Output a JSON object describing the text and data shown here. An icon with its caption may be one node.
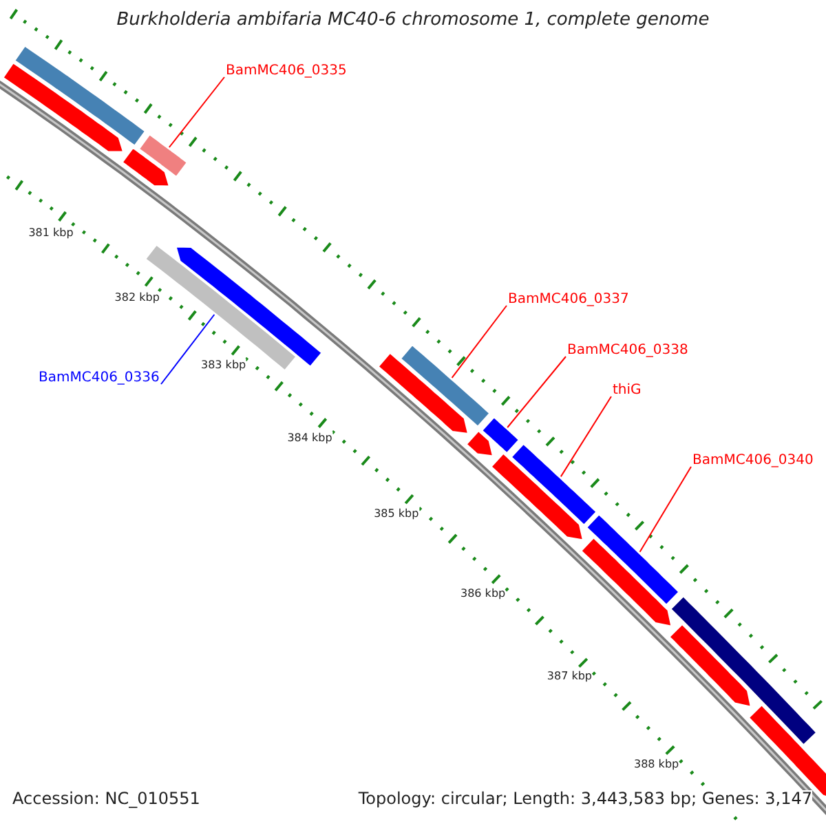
{
  "diagram": {
    "title": "Burkholderia ambifaria MC40-6 chromosome 1, complete genome",
    "nodes": [
      {
        "text": [
          "BamMC406_0335"
        ]
      },
      {
        "text": [],
        "shape": "bar"
      },
      {
        "text": [
          "BamMC406_0336"
        ]
      },
      {
        "text": [],
        "shape": "bar"
      },
      {
        "text": [
          "BamMC406_0337"
        ]
      },
      {
        "text": [],
        "shape": "bar"
      },
      {
        "text": [
          "BamMC406_0338"
        ]
      },
      {
        "text": [],
        "shape": "bar"
      },
      {
        "text": [
          "thiG"
        ]
      },
      {
        "text": [],
        "shape": "bar"
      },
      {
        "text": [
          "BamMC406_0340"
        ]
      },
      {
        "text": [],
        "shape": "bar"
      },
      {
        "text": [],
        "shape": "bar"
      },
      {
        "text": [],
        "shape": "bar"
      },
      {
        "text": [],
        "shape": "bar"
      },
      {
        "text": [],
        "shape": "bar"
      },
      {
        "text": [],
        "shape": "bar"
      },
      {
        "text": [],
        "shape": "bar"
      },
      {
        "text": [],
        "shape": "bar"
      },
      {
        "text": [],
        "shape": "bar"
      },
      {
        "text": [],
        "shape": "bar"
      },
      {
        "text": [],
        "shape": "bar"
      },
      {
        "text": [],
        "shape": "bar"
      }
    ],
    "edges": [
      {
        "from": 0,
        "to": 1,
        "arrow": "none"
      },
      {
        "from": 2,
        "to": 3,
        "arrow": "none",
        "color": "#0000ff"
      },
      {
        "from": 4,
        "to": 5,
        "arrow": "none"
      },
      {
        "from": 6,
        "to": 7,
        "arrow": "none"
      },
      {
        "from": 8,
        "to": 9,
        "arrow": "none"
      },
      {
        "from": 10,
        "to": 11,
        "arrow": "none"
      }
    ],
    "labels": [
      "381 kbp",
      "382 kbp",
      "383 kbp",
      "384 kbp",
      "385 kbp",
      "386 kbp",
      "387 kbp",
      "388 kbp",
      "Accession: NC_010551",
      "Topology: circular; Length: 3,443,583 bp; Genes: 3,147"
    ]
  }
}
